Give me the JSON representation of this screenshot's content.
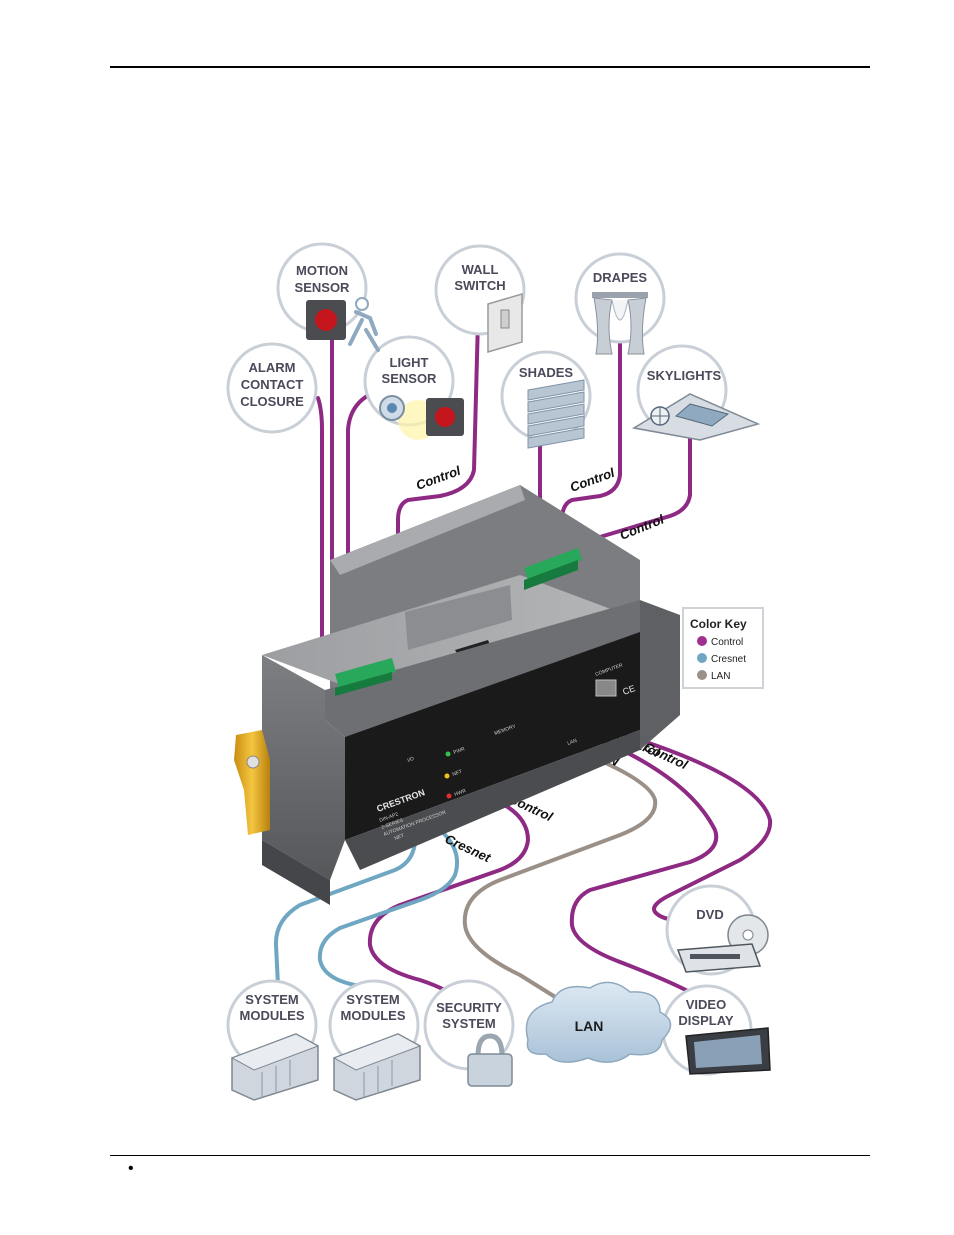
{
  "nodes": {
    "motion_sensor": [
      "MOTION",
      "SENSOR"
    ],
    "wall_switch": [
      "WALL",
      "SWITCH"
    ],
    "drapes": [
      "DRAPES"
    ],
    "alarm_contact_closure": [
      "ALARM",
      "CONTACT",
      "CLOSURE"
    ],
    "light_sensor": [
      "LIGHT",
      "SENSOR"
    ],
    "shades": [
      "SHADES"
    ],
    "skylights": [
      "SKYLIGHTS"
    ],
    "dvd": [
      "DVD"
    ],
    "video_display": [
      "VIDEO",
      "DISPLAY"
    ],
    "system_modules_1": [
      "SYSTEM",
      "MODULES"
    ],
    "system_modules_2": [
      "SYSTEM",
      "MODULES"
    ],
    "security_system": [
      "SECURITY",
      "SYSTEM"
    ],
    "lan_cloud": "LAN"
  },
  "wire_labels": {
    "control_top_left": "Control",
    "control_top_mid": "Control",
    "control_top_right": "Control",
    "control_right_1": "Control",
    "control_right_2": "Control",
    "lan": "LAN",
    "control_bottom": "Control",
    "cresnet": "Cresnet"
  },
  "device": {
    "brand": "CRESTRON",
    "model": "DIN-AP2",
    "subtitle": "2-SERIES",
    "desc": "AUTOMATION PROCESSOR",
    "leds": [
      "PWR",
      "NET",
      "HWR"
    ],
    "io_label": "I/O",
    "memory_label": "MEMORY",
    "computer_label": "COMPUTER",
    "lan_label": "LAN",
    "net_label": "NET",
    "ce_mark": "CE"
  },
  "color_key": {
    "title": "Color Key",
    "items": [
      {
        "label": "Control",
        "color": "#a0308f"
      },
      {
        "label": "Cresnet",
        "color": "#6fa7c2"
      },
      {
        "label": "LAN",
        "color": "#9b9087"
      }
    ]
  },
  "colors": {
    "control": "#8e2a83",
    "cresnet": "#6fa7c2",
    "lan": "#9b9087",
    "circle_stroke": "#c9cfd6"
  },
  "footer": {
    "bullet": "•"
  }
}
